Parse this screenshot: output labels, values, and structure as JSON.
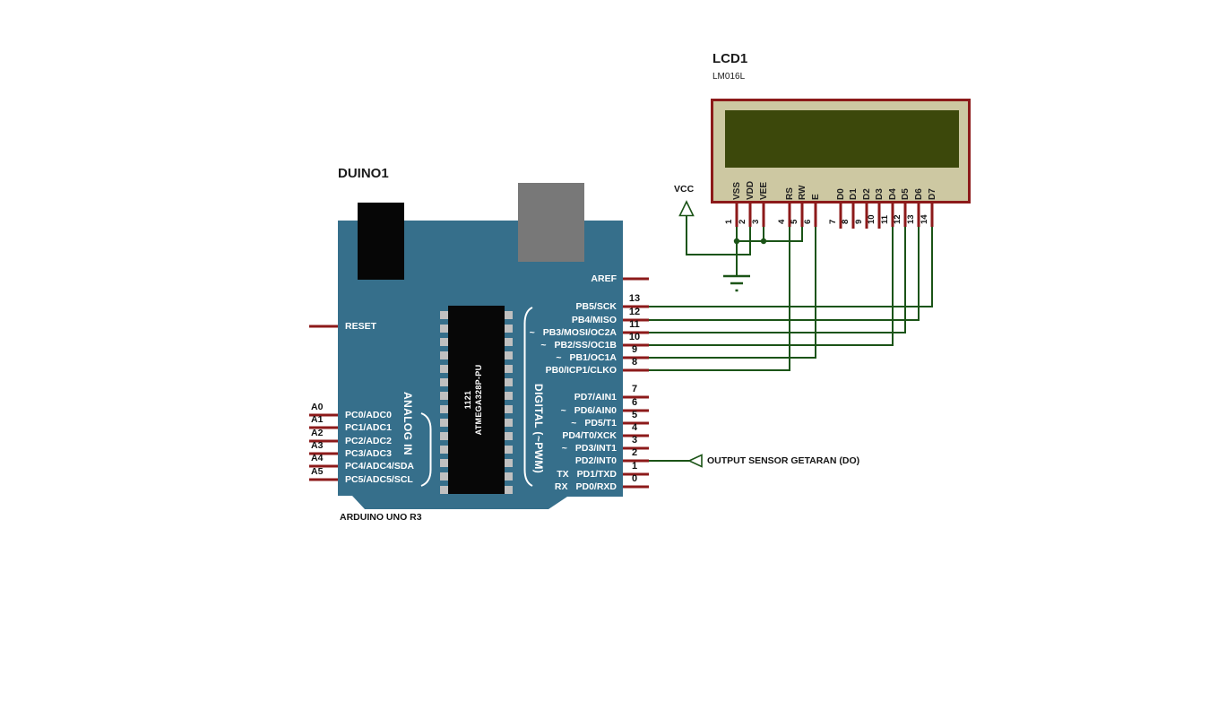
{
  "colors": {
    "board": "#366F8B",
    "wire_green": "#1B5417",
    "pin_red": "#8C1A1A",
    "lcd_body": "#CDC8A2",
    "lcd_border": "#8C1A1A",
    "lcd_screen": "#3C480B",
    "chip_black": "#070707",
    "pad_gray": "#C0C0C0",
    "usb_gray": "#787878",
    "text": "#1b1b1b"
  },
  "arduino": {
    "ref": "DUINO1",
    "board_label": "ARDUINO UNO R3",
    "reset_label": "RESET",
    "aref_label": "AREF",
    "analog_group_label": "ANALOG IN",
    "digital_group_label": "DIGITAL (~PWM)",
    "chip_lines": [
      "1121",
      "ATMEGA328P-PU"
    ],
    "digital_upper": [
      {
        "num": "13",
        "label": "PB5/SCK",
        "prefix": ""
      },
      {
        "num": "12",
        "label": "PB4/MISO",
        "prefix": ""
      },
      {
        "num": "11",
        "label": "PB3/MOSI/OC2A",
        "prefix": "~"
      },
      {
        "num": "10",
        "label": "PB2/SS/OC1B",
        "prefix": "~"
      },
      {
        "num": "9",
        "label": "PB1/OC1A",
        "prefix": "~"
      },
      {
        "num": "8",
        "label": "PB0/ICP1/CLKO",
        "prefix": ""
      }
    ],
    "digital_lower": [
      {
        "num": "7",
        "label": "PD7/AIN1",
        "prefix": ""
      },
      {
        "num": "6",
        "label": "PD6/AIN0",
        "prefix": "~"
      },
      {
        "num": "5",
        "label": "PD5/T1",
        "prefix": "~"
      },
      {
        "num": "4",
        "label": "PD4/T0/XCK",
        "prefix": ""
      },
      {
        "num": "3",
        "label": "PD3/INT1",
        "prefix": "~"
      },
      {
        "num": "2",
        "label": "PD2/INT0",
        "prefix": ""
      },
      {
        "num": "1",
        "label": "PD1/TXD",
        "prefix": "TX"
      },
      {
        "num": "0",
        "label": "PD0/RXD",
        "prefix": "RX"
      }
    ],
    "analog_pins": [
      {
        "num": "A0",
        "label": "PC0/ADC0"
      },
      {
        "num": "A1",
        "label": "PC1/ADC1"
      },
      {
        "num": "A2",
        "label": "PC2/ADC2"
      },
      {
        "num": "A3",
        "label": "PC3/ADC3"
      },
      {
        "num": "A4",
        "label": "PC4/ADC4/SDA"
      },
      {
        "num": "A5",
        "label": "PC5/ADC5/SCL"
      }
    ]
  },
  "lcd": {
    "ref": "LCD1",
    "part": "LM016L",
    "pins": [
      {
        "num": "1",
        "label": "VSS"
      },
      {
        "num": "2",
        "label": "VDD"
      },
      {
        "num": "3",
        "label": "VEE"
      },
      {
        "num": "4",
        "label": "RS"
      },
      {
        "num": "5",
        "label": "RW"
      },
      {
        "num": "6",
        "label": "E"
      },
      {
        "num": "7",
        "label": "D0"
      },
      {
        "num": "8",
        "label": "D1"
      },
      {
        "num": "9",
        "label": "D2"
      },
      {
        "num": "10",
        "label": "D3"
      },
      {
        "num": "11",
        "label": "D4"
      },
      {
        "num": "12",
        "label": "D5"
      },
      {
        "num": "13",
        "label": "D6"
      },
      {
        "num": "14",
        "label": "D7"
      }
    ]
  },
  "nets": {
    "vcc_label": "VCC",
    "sensor_label": "OUTPUT SENSOR GETARAN (DO)"
  }
}
